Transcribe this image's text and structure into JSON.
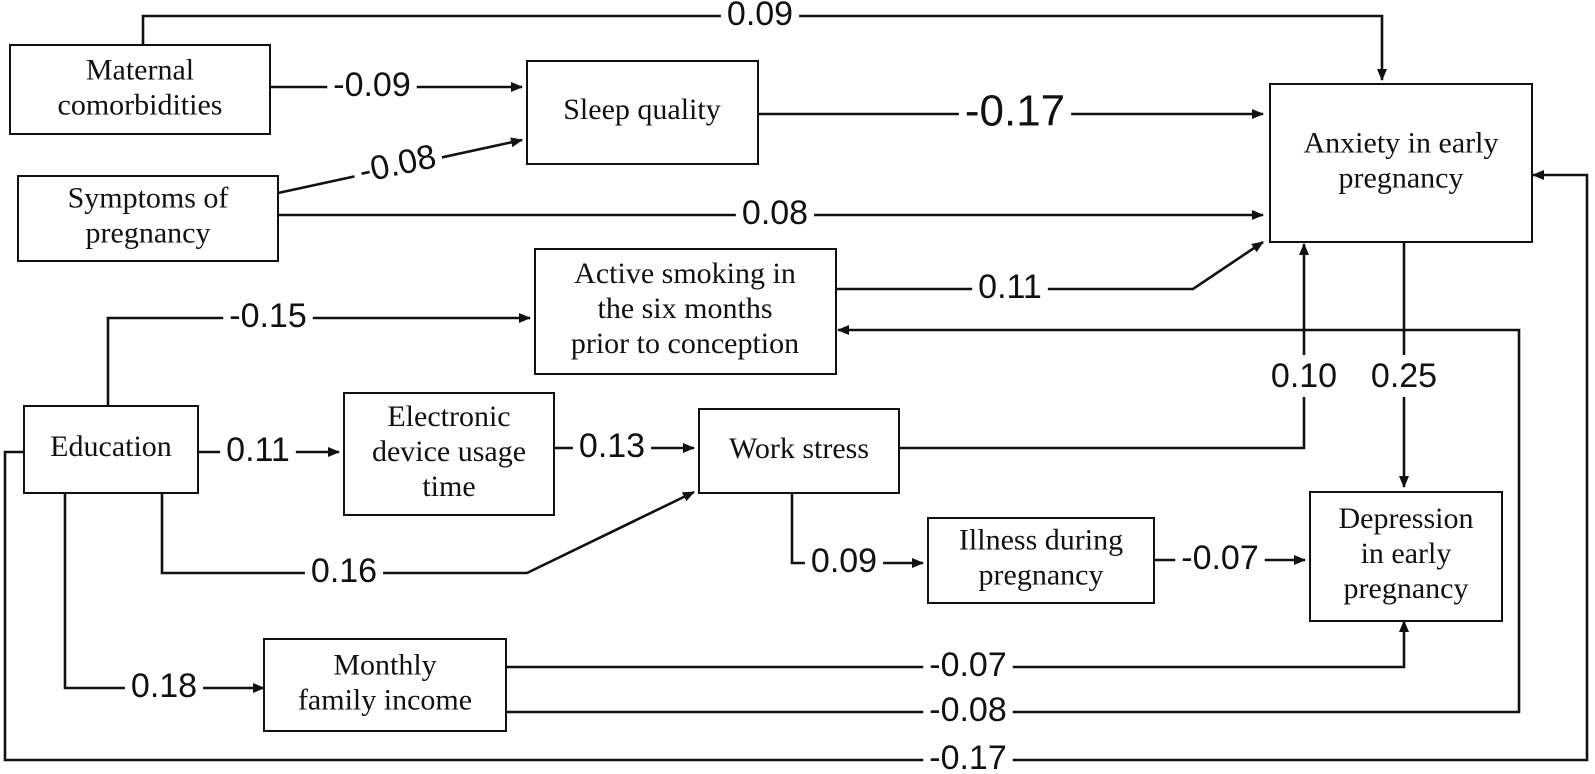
{
  "nodes": {
    "maternal": [
      "Maternal",
      "comorbidities"
    ],
    "sleep": [
      "Sleep quality"
    ],
    "anxiety": [
      "Anxiety in early",
      "pregnancy"
    ],
    "symptoms": [
      "Symptoms of",
      "pregnancy"
    ],
    "smoking": [
      "Active smoking in",
      "the six months",
      "prior to conception"
    ],
    "education": [
      "Education"
    ],
    "device": [
      "Electronic",
      "device usage",
      "time"
    ],
    "stress": [
      "Work stress"
    ],
    "illness": [
      "Illness during",
      "pregnancy"
    ],
    "depression": [
      "Depression",
      "in early",
      "pregnancy"
    ],
    "income": [
      "Monthly",
      "family income"
    ]
  },
  "edges": {
    "maternal_anxiety": "0.09",
    "maternal_sleep": "-0.09",
    "sleep_anxiety": "-0.17",
    "symptoms_sleep": "-0.08",
    "symptoms_anxiety": "0.08",
    "smoking_anxiety": "0.11",
    "education_smoking": "-0.15",
    "education_device": "0.11",
    "device_stress": "0.13",
    "education_stress": "0.16",
    "stress_anxiety": "0.10",
    "anxiety_depression": "0.25",
    "stress_illness": "0.09",
    "illness_depression": "-0.07",
    "education_income": "0.18",
    "income_depression": "-0.07",
    "income_smoking": "-0.08",
    "education_anxiety": "-0.17"
  }
}
